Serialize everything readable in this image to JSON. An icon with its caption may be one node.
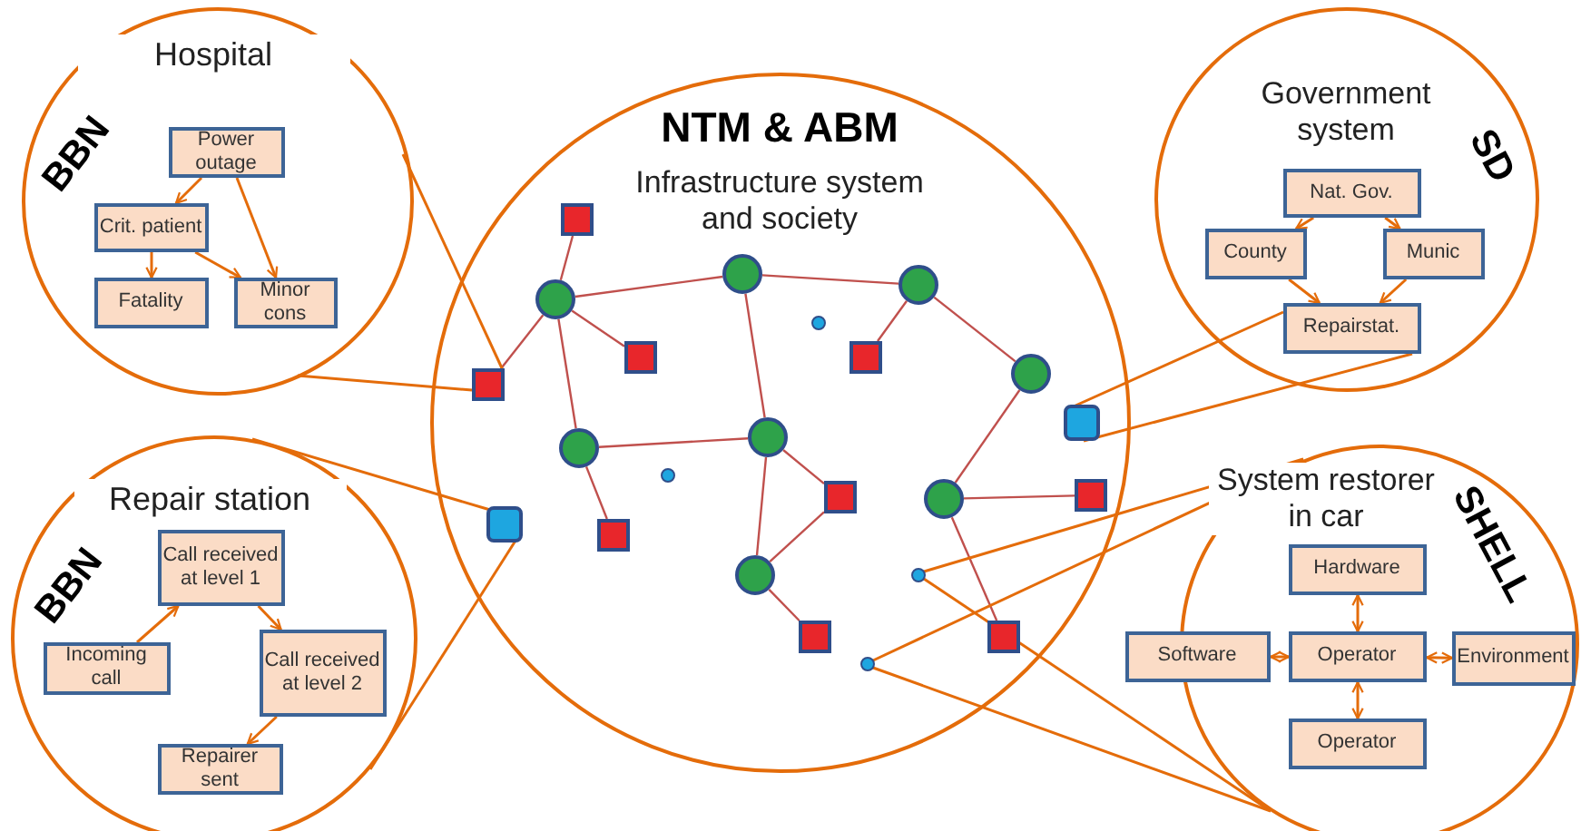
{
  "diagram": {
    "nodes": [
      {
        "text": [
          "Hospital",
          "BBN"
        ]
      },
      {
        "text": [
          "Power outage"
        ],
        "in": 0
      },
      {
        "text": [
          "Crit. patient"
        ],
        "in": 0
      },
      {
        "text": [
          "Fatality"
        ],
        "in": 0
      },
      {
        "text": [
          "Minor cons"
        ],
        "in": 0
      },
      {
        "text": [
          "Repair station",
          "BBN"
        ]
      },
      {
        "text": [
          "Call received at level 1"
        ],
        "in": 5
      },
      {
        "text": [
          "Incoming call"
        ],
        "in": 5
      },
      {
        "text": [
          "Call received at level 2"
        ],
        "in": 5
      },
      {
        "text": [
          "Repairer sent"
        ],
        "in": 5
      },
      {
        "text": [
          "NTM & ABM",
          "Infrastructure system and society"
        ]
      },
      {
        "text": [],
        "shape": "box",
        "in": 10
      },
      {
        "text": [],
        "shape": "circle",
        "in": 10
      },
      {
        "text": [],
        "shape": "circle",
        "in": 10
      },
      {
        "text": [],
        "shape": "circle",
        "in": 10
      },
      {
        "text": [],
        "shape": "circle",
        "in": 10
      },
      {
        "text": [],
        "shape": "box",
        "in": 10
      },
      {
        "text": [],
        "shape": "box",
        "in": 10
      },
      {
        "text": [],
        "shape": "circle",
        "in": 10
      },
      {
        "text": [],
        "shape": "box",
        "in": 10
      },
      {
        "text": [],
        "shape": "box",
        "in": 10
      },
      {
        "text": [],
        "shape": "circle",
        "in": 10
      },
      {
        "text": [],
        "shape": "circle",
        "in": 10
      },
      {
        "text": [],
        "shape": "circle",
        "in": 10
      },
      {
        "text": [],
        "shape": "box",
        "in": 10
      },
      {
        "text": [],
        "shape": "box",
        "in": 10
      },
      {
        "text": [],
        "shape": "circle",
        "in": 10
      },
      {
        "text": [],
        "shape": "box",
        "in": 10
      },
      {
        "text": [],
        "shape": "box",
        "in": 10
      },
      {
        "text": [],
        "shape": "circle",
        "in": 10
      },
      {
        "text": [],
        "shape": "circle",
        "in": 10
      },
      {
        "text": [],
        "shape": "box",
        "in": 10
      },
      {
        "text": [],
        "shape": "box",
        "in": 10
      },
      {
        "text": [],
        "shape": "circle",
        "in": 10
      },
      {
        "text": [
          "Government system",
          "SD"
        ]
      },
      {
        "text": [
          "Nat. Gov."
        ],
        "in": 34
      },
      {
        "text": [
          "County"
        ],
        "in": 34
      },
      {
        "text": [
          "Munic"
        ],
        "in": 34
      },
      {
        "text": [
          "Repairstat."
        ],
        "in": 34
      },
      {
        "text": [
          "System restorer in car",
          "SHELL"
        ]
      },
      {
        "text": [
          "Hardware"
        ],
        "in": 39
      },
      {
        "text": [
          "Software"
        ],
        "in": 39
      },
      {
        "text": [
          "Operator"
        ],
        "in": 39
      },
      {
        "text": [
          "Environment"
        ],
        "in": 39
      },
      {
        "text": [
          "Operator"
        ],
        "in": 39
      }
    ],
    "edges": [
      {
        "from": 1,
        "to": 2,
        "arrow": "to"
      },
      {
        "from": 1,
        "to": 4,
        "arrow": "to"
      },
      {
        "from": 2,
        "to": 3,
        "arrow": "to"
      },
      {
        "from": 2,
        "to": 4,
        "arrow": "to"
      },
      {
        "from": 7,
        "to": 6,
        "arrow": "to"
      },
      {
        "from": 6,
        "to": 8,
        "arrow": "to"
      },
      {
        "from": 8,
        "to": 9,
        "arrow": "to"
      },
      {
        "from": 35,
        "to": 36,
        "arrow": "to"
      },
      {
        "from": 35,
        "to": 37,
        "arrow": "to"
      },
      {
        "from": 36,
        "to": 38,
        "arrow": "to"
      },
      {
        "from": 37,
        "to": 38,
        "arrow": "to"
      },
      {
        "from": 40,
        "to": 42,
        "arrow": "both"
      },
      {
        "from": 41,
        "to": 42,
        "arrow": "both"
      },
      {
        "from": 42,
        "to": 43,
        "arrow": "both"
      },
      {
        "from": 42,
        "to": 44,
        "arrow": "both"
      },
      {
        "from": 14,
        "to": 11,
        "arrow": "none",
        "color": "#c0504d"
      },
      {
        "from": 14,
        "to": 12,
        "arrow": "none",
        "color": "#c0504d"
      },
      {
        "from": 14,
        "to": 19,
        "arrow": "none",
        "color": "#c0504d"
      },
      {
        "from": 14,
        "to": 16,
        "arrow": "none",
        "color": "#c0504d"
      },
      {
        "from": 14,
        "to": 22,
        "arrow": "none",
        "color": "#c0504d"
      },
      {
        "from": 12,
        "to": 13,
        "arrow": "none",
        "color": "#c0504d"
      },
      {
        "from": 12,
        "to": 21,
        "arrow": "none",
        "color": "#c0504d"
      },
      {
        "from": 13,
        "to": 17,
        "arrow": "none",
        "color": "#c0504d"
      },
      {
        "from": 13,
        "to": 18,
        "arrow": "none",
        "color": "#c0504d"
      },
      {
        "from": 18,
        "to": 26,
        "arrow": "none",
        "color": "#c0504d"
      },
      {
        "from": 22,
        "to": 21,
        "arrow": "none",
        "color": "#c0504d"
      },
      {
        "from": 22,
        "to": 28,
        "arrow": "none",
        "color": "#c0504d"
      },
      {
        "from": 21,
        "to": 25,
        "arrow": "none",
        "color": "#c0504d"
      },
      {
        "from": 21,
        "to": 29,
        "arrow": "none",
        "color": "#c0504d"
      },
      {
        "from": 29,
        "to": 25,
        "arrow": "none",
        "color": "#c0504d"
      },
      {
        "from": 29,
        "to": 31,
        "arrow": "none",
        "color": "#c0504d"
      },
      {
        "from": 26,
        "to": 24,
        "arrow": "none",
        "color": "#c0504d"
      },
      {
        "from": 26,
        "to": 32,
        "arrow": "none",
        "color": "#c0504d"
      },
      {
        "from": 0,
        "to": 19,
        "arrow": "none"
      },
      {
        "from": 0,
        "to": 19,
        "arrow": "none"
      },
      {
        "from": 5,
        "to": 27,
        "arrow": "none"
      },
      {
        "from": 5,
        "to": 27,
        "arrow": "none"
      },
      {
        "from": 38,
        "to": 20,
        "arrow": "none"
      },
      {
        "from": 38,
        "to": 20,
        "arrow": "none"
      },
      {
        "from": 39,
        "to": 30,
        "arrow": "none"
      },
      {
        "from": 39,
        "to": 30,
        "arrow": "none"
      },
      {
        "from": 39,
        "to": 33,
        "arrow": "none"
      },
      {
        "from": 39,
        "to": 33,
        "arrow": "none"
      }
    ]
  }
}
